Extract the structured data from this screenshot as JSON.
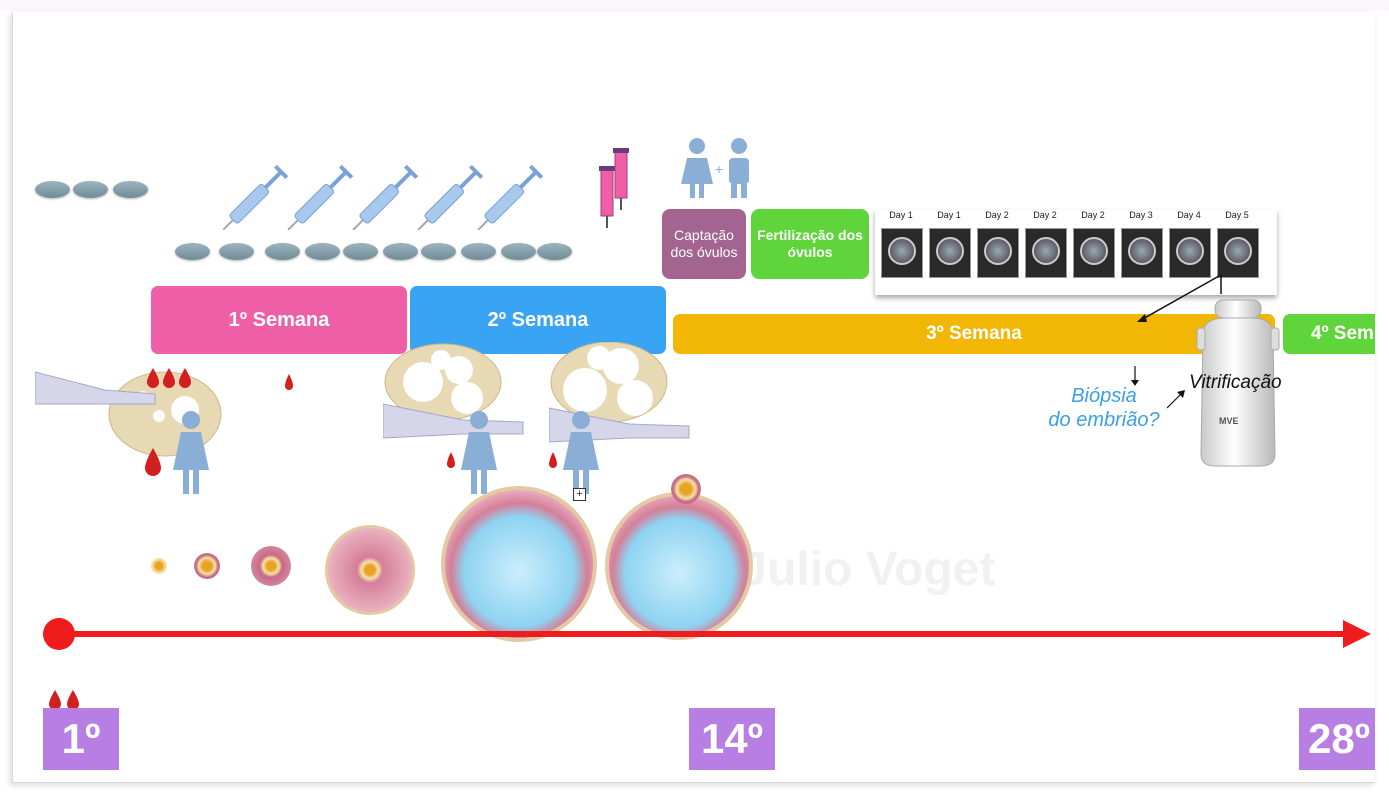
{
  "weeks": [
    {
      "label": "1º Semana",
      "color": "#ee5fa7"
    },
    {
      "label": "2º Semana",
      "color": "#3aa4f4"
    },
    {
      "label": "3º Semana",
      "color": "#f2b705"
    },
    {
      "label": "4º Sem",
      "color": "#5fd43b"
    }
  ],
  "stages": {
    "captacao": {
      "label": "Captação dos óvulos",
      "color": "#a3648f"
    },
    "fertilizacao": {
      "label": "Fertilização dos óvulos",
      "color": "#5fd43b"
    }
  },
  "days": [
    "Day 1",
    "Day 1",
    "Day 2",
    "Day 2",
    "Day 2",
    "Day 3",
    "Day 4",
    "Day 5"
  ],
  "biopsy": {
    "line1": "Biópsia",
    "line2": "do embrião?"
  },
  "vitrification": "Vitrificação",
  "tank_label": "MVE",
  "watermark": "Dr. Julio Voget",
  "day_markers": {
    "start": "1º",
    "middle": "14º",
    "end": "28º",
    "color": "#b77fe3"
  },
  "timeline_color": "#ee1c1c",
  "icons": [
    "pill-icon",
    "syringe-icon",
    "vial-icon",
    "couple-icon",
    "woman-icon",
    "ultrasound-probe-icon",
    "blood-drop-icon",
    "follicle-icon",
    "nitrogen-tank-icon"
  ]
}
